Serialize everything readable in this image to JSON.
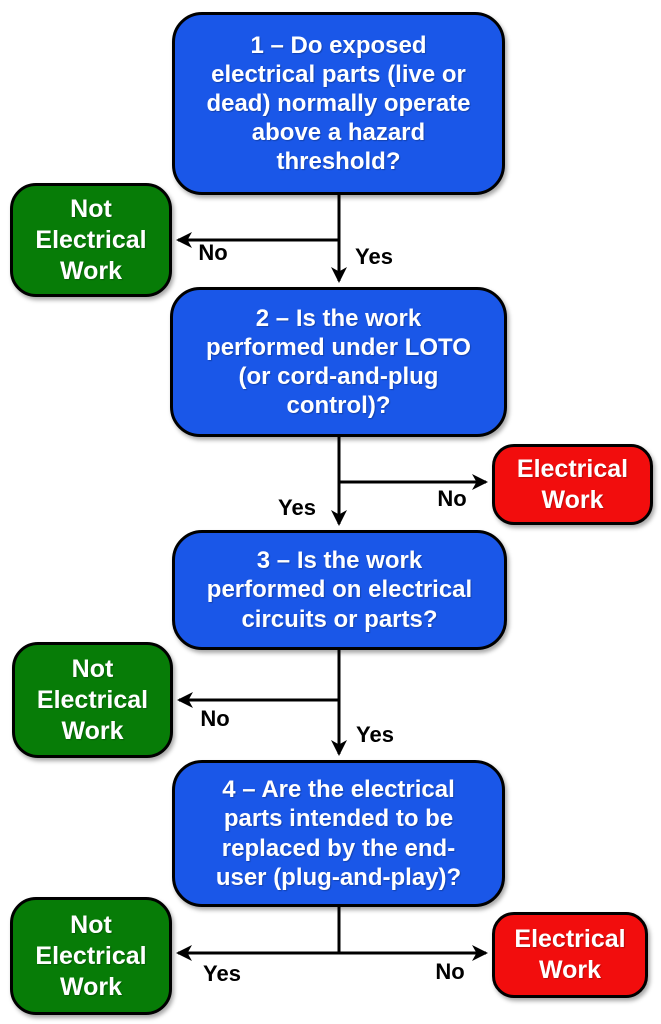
{
  "colors": {
    "question_fill": "#1A57E8",
    "not_electrical_fill": "#077C07",
    "electrical_fill": "#F20D0D",
    "border": "#000000",
    "node_text": "#FFFFFF",
    "edge_label_text": "#000000"
  },
  "nodes": {
    "q1": "1 – Do exposed\nelectrical parts (live or\ndead) normally operate\nabove a hazard\nthreshold?",
    "q2": "2 – Is the work\nperformed under LOTO\n(or cord-and-plug\ncontrol)?",
    "q3": "3 – Is the work\nperformed on electrical\ncircuits or parts?",
    "q4": "4 – Are the electrical\nparts intended to be\nreplaced by the end-\nuser (plug-and-play)?",
    "not_electrical_a": "Not\nElectrical\nWork",
    "not_electrical_b": "Not\nElectrical\nWork",
    "not_electrical_c": "Not\nElectrical\nWork",
    "electrical_a": "Electrical\nWork",
    "electrical_b": "Electrical\nWork"
  },
  "edge_labels": {
    "q1_no": "No",
    "q1_yes": "Yes",
    "q2_yes": "Yes",
    "q2_no": "No",
    "q3_no": "No",
    "q3_yes": "Yes",
    "q4_yes": "Yes",
    "q4_no": "No"
  }
}
